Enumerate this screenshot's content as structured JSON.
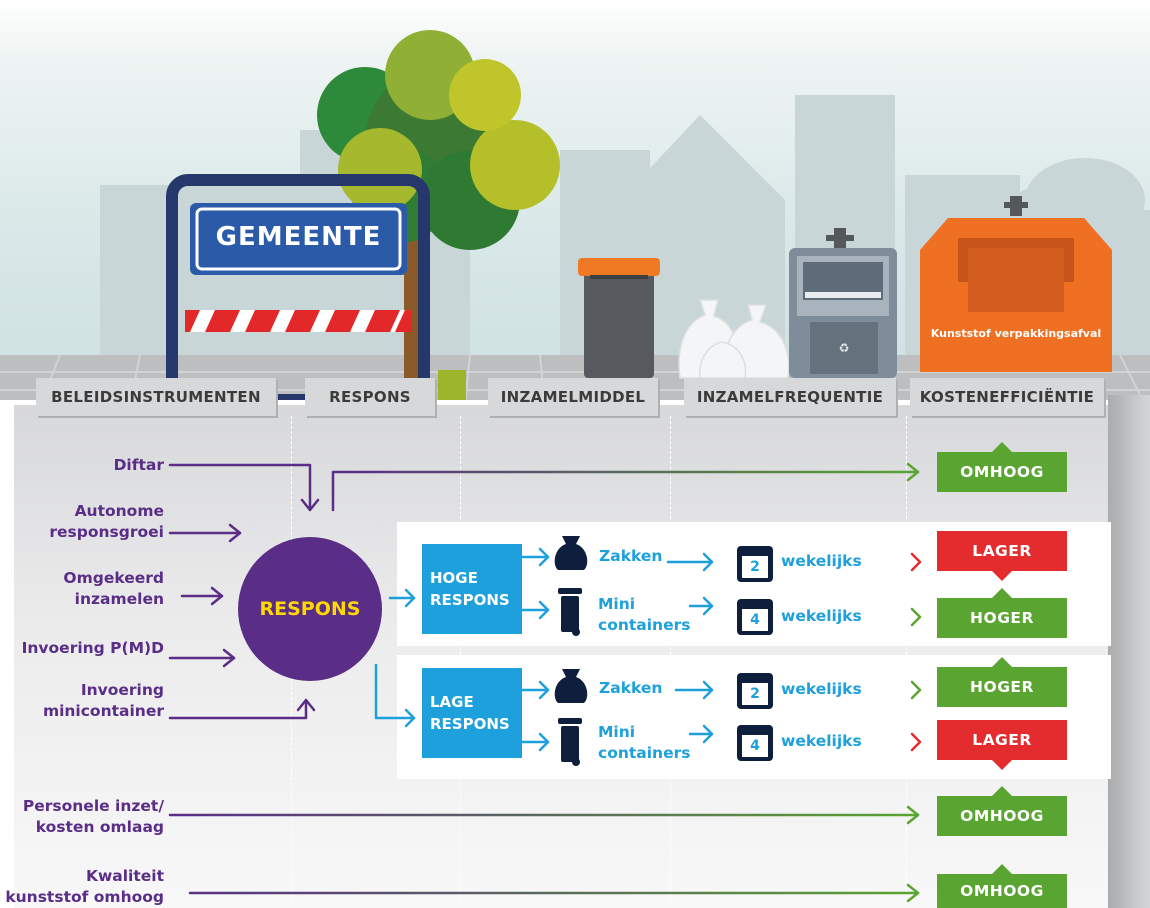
{
  "sign": {
    "text": "GEMEENTE"
  },
  "container_label": "Kunststof verpakkingsafval",
  "columns": [
    "BELEIDSINSTRUMENTEN",
    "RESPONS",
    "INZAMELMIDDEL",
    "INZAMELFREQUENTIE",
    "KOSTENEFFICIËNTIE"
  ],
  "instruments": {
    "diftar": "Diftar",
    "autonome_1": "Autonome",
    "autonome_2": "responsgroei",
    "omgekeerd_1": "Omgekeerd",
    "omgekeerd_2": "inzamelen",
    "pmd": "Invoering P(M)D",
    "mini_1": "Invoering",
    "mini_2": "minicontainer",
    "personele_1": "Personele inzet/",
    "personele_2": "kosten omlaag",
    "kwaliteit_1": "Kwaliteit",
    "kwaliteit_2": "kunststof omhoog"
  },
  "respons_circle": "RESPONS",
  "hoge": {
    "line1": "HOGE",
    "line2": "RESPONS"
  },
  "lage": {
    "line1": "LAGE",
    "line2": "RESPONS"
  },
  "means": {
    "zakken": "Zakken",
    "mini_1": "Mini",
    "mini_2": "containers"
  },
  "freq": {
    "weekly": "wekelijks",
    "n2": "2",
    "n4": "4"
  },
  "results": {
    "diftar": "OMHOOG",
    "hoge_zakken": "LAGER",
    "hoge_mini": "HOGER",
    "lage_zakken": "HOGER",
    "lage_mini": "LAGER",
    "personele": "OMHOOG",
    "kwaliteit": "OMHOOG"
  },
  "colors": {
    "purple": "#5a2d87",
    "blue": "#1ea0dc",
    "green": "#5aa532",
    "red": "#e42c2f",
    "yellow": "#ffd800"
  }
}
